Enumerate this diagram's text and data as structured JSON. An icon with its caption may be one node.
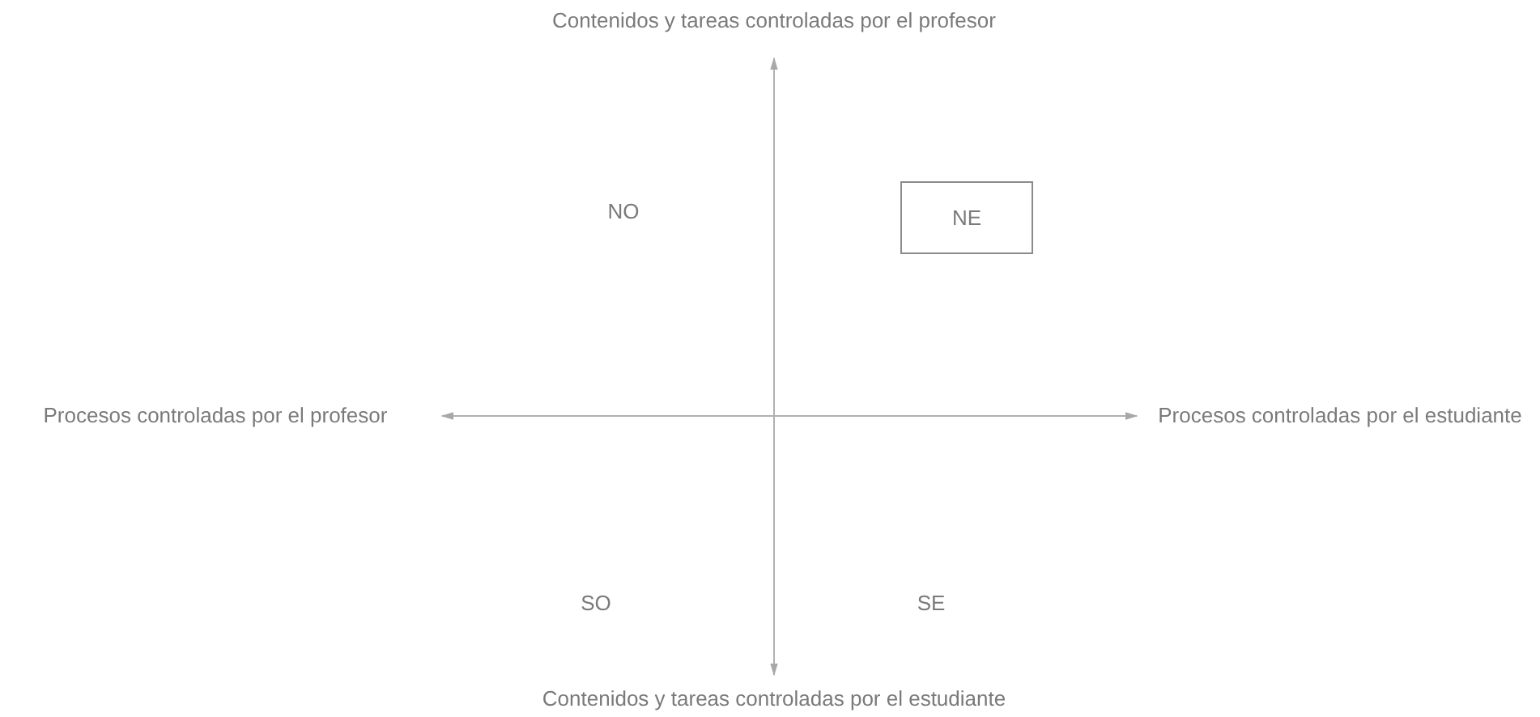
{
  "diagram": {
    "nodes": [
      {
        "text": [
          "NE"
        ]
      }
    ],
    "labels": [
      "Contenidos y tareas controladas por el profesor",
      "NO",
      "Procesos controladas por el profesor",
      "Procesos controladas por el estudiante",
      "SO",
      "SE",
      "Contenidos y tareas controladas por el estudiante"
    ]
  }
}
